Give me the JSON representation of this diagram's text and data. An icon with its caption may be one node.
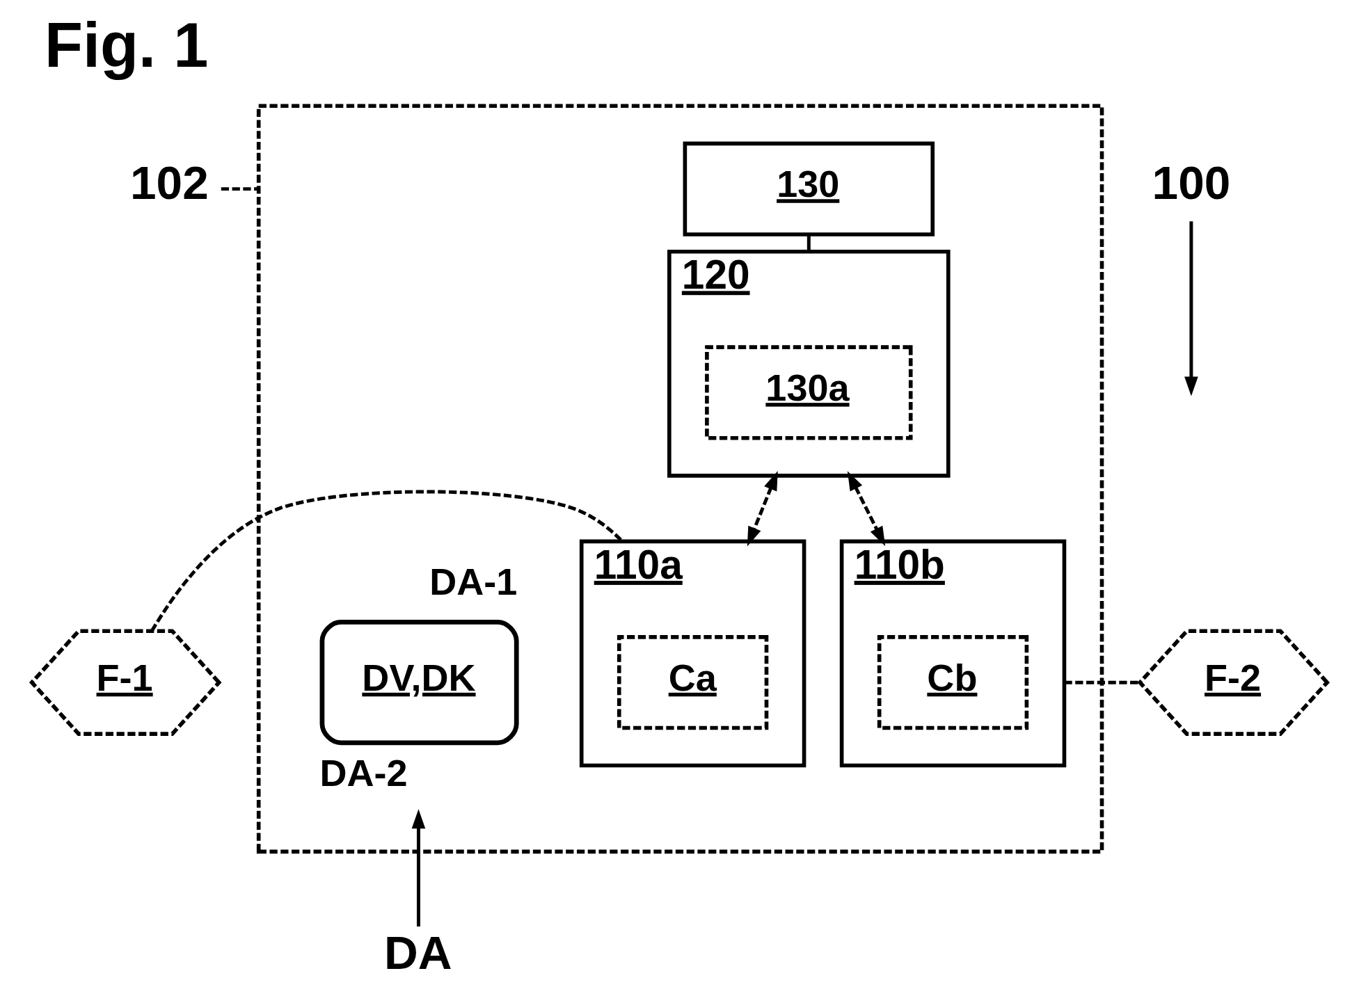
{
  "diagram": {
    "title": "Fig. 1",
    "nodes": [
      {
        "text": [
          "100"
        ]
      },
      {
        "text": [
          "102"
        ]
      },
      {
        "text": [],
        "shape": "box"
      },
      {
        "text": [
          "130"
        ],
        "in": 2
      },
      {
        "text": [
          "120"
        ],
        "in": 2
      },
      {
        "text": [
          "130a"
        ],
        "in": 4
      },
      {
        "text": [
          "110a"
        ],
        "in": 2
      },
      {
        "text": [
          "Ca"
        ],
        "in": 6
      },
      {
        "text": [
          "DV,DK"
        ],
        "beside": [
          "DA-1",
          "DA-2"
        ],
        "in": 2
      },
      {
        "text": [
          "110b"
        ],
        "in": 2
      },
      {
        "text": [
          "Cb"
        ],
        "in": 9
      },
      {
        "text": [
          "F-1"
        ]
      },
      {
        "text": [
          "F-2"
        ]
      },
      {
        "text": [
          "DA"
        ]
      }
    ],
    "edges": [
      {
        "from": 0,
        "to": null,
        "arrow": "to"
      },
      {
        "from": 1,
        "to": 2,
        "arrow": "none",
        "style": "dashed"
      },
      {
        "from": 3,
        "to": 4,
        "arrow": "none"
      },
      {
        "from": 4,
        "to": 6,
        "arrow": "both",
        "style": "dashed"
      },
      {
        "from": 4,
        "to": 9,
        "arrow": "both",
        "style": "dashed"
      },
      {
        "from": 11,
        "to": 6,
        "arrow": "none",
        "style": "dashed"
      },
      {
        "from": 9,
        "to": 12,
        "arrow": "none",
        "style": "dashed"
      },
      {
        "from": 13,
        "to": 8,
        "arrow": "to"
      }
    ]
  }
}
